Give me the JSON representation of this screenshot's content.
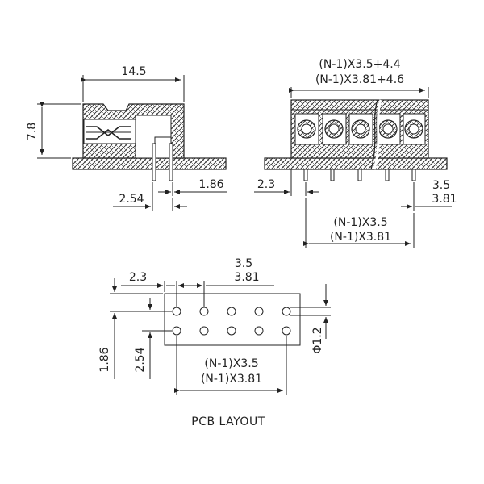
{
  "side_view": {
    "width_label": "14.5",
    "height_label": "7.8",
    "pitch_label": "2.54",
    "offset_label": "1.86"
  },
  "front_view": {
    "total_a_label": "(N-1)X3.5+4.4",
    "total_b_label": "(N-1)X3.81+4.6",
    "edge_label": "2.3",
    "pitch_a_label": "3.5",
    "pitch_b_label": "3.81",
    "span_a_label": "(N-1)X3.5",
    "span_b_label": "(N-1)X3.81"
  },
  "pcb_layout": {
    "edge_label": "2.3",
    "pitch_a_label": "3.5",
    "pitch_b_label": "3.81",
    "row_offset_label": "1.86",
    "row_pitch_label": "2.54",
    "hole_label": "Φ1.2",
    "span_a_label": "(N-1)X3.5",
    "span_b_label": "(N-1)X3.81",
    "caption": "PCB LAYOUT"
  }
}
